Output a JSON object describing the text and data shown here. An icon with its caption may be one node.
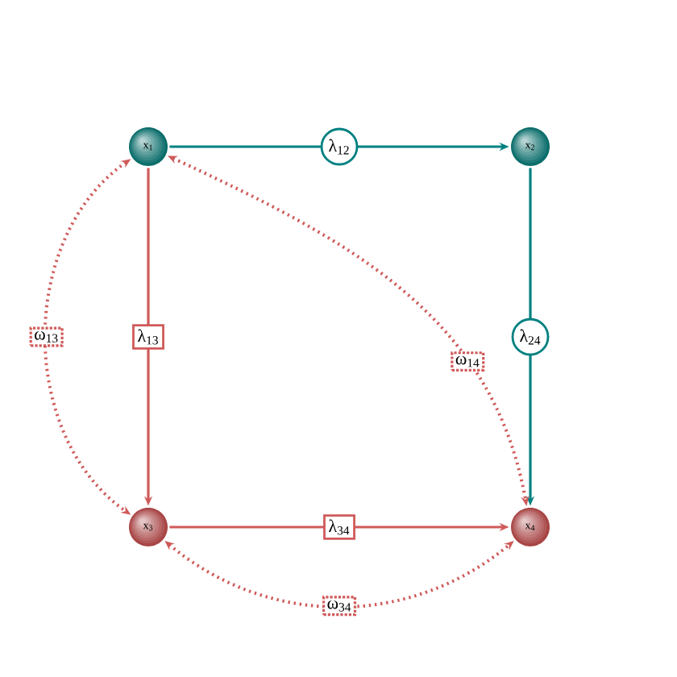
{
  "diagram": {
    "nodes": [
      {
        "text": [
          "x$_{1}$"
        ]
      },
      {
        "text": [
          "x$_{2}$"
        ]
      },
      {
        "text": [
          "x$_{3}$"
        ]
      },
      {
        "text": [
          "x$_{4}$"
        ]
      }
    ],
    "edges": [
      {
        "from": 0,
        "to": 1,
        "arrow": "to",
        "label": "λ$_{12}$",
        "color": "#008080"
      },
      {
        "from": 1,
        "to": 3,
        "arrow": "to",
        "label": "λ$_{24}$",
        "color": "#008080"
      },
      {
        "from": 0,
        "to": 2,
        "arrow": "to",
        "label": "λ$_{13}$"
      },
      {
        "from": 2,
        "to": 3,
        "arrow": "to",
        "label": "λ$_{34}$"
      },
      {
        "from": 0,
        "to": 2,
        "arrow": "both",
        "label": "ω$_{13}$",
        "style": "dashed"
      },
      {
        "from": 0,
        "to": 3,
        "arrow": "both",
        "label": "ω$_{14}$",
        "style": "dashed"
      },
      {
        "from": 2,
        "to": 3,
        "arrow": "both",
        "label": "ω$_{34}$",
        "style": "dashed"
      }
    ]
  }
}
